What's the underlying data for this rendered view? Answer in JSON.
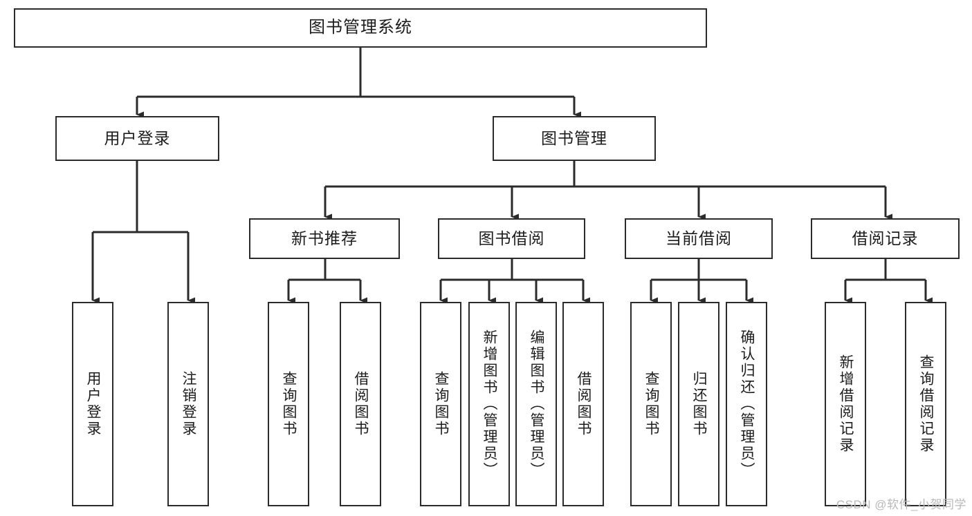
{
  "diagram": {
    "title": "图书管理系统",
    "type": "tree",
    "watermark": "CSDN @软件_小贺同学",
    "colors": {
      "node_border": "#2b2b2b",
      "node_fill": "#ffffff",
      "edge": "#2b2b2b",
      "text": "#1c1c1c",
      "watermark": "#b9b9b9"
    },
    "nodes": {
      "root": {
        "label": "图书管理系统"
      },
      "level1": [
        {
          "id": "user-login",
          "label": "用户登录"
        },
        {
          "id": "book-manage",
          "label": "图书管理"
        }
      ],
      "level2": [
        {
          "id": "new-book-recommend",
          "label": "新书推荐"
        },
        {
          "id": "book-borrow",
          "label": "图书借阅"
        },
        {
          "id": "current-borrow",
          "label": "当前借阅"
        },
        {
          "id": "borrow-record",
          "label": "借阅记录"
        }
      ],
      "leaves": {
        "user-login": [
          {
            "id": "leaf-user-login",
            "label": "用户登录"
          },
          {
            "id": "leaf-logout",
            "label": "注销登录"
          }
        ],
        "new-book-recommend": [
          {
            "id": "leaf-query-book-1",
            "label": "查询图书"
          },
          {
            "id": "leaf-borrow-book-1",
            "label": "借阅图书"
          }
        ],
        "book-borrow": [
          {
            "id": "leaf-query-book-2",
            "label": "查询图书"
          },
          {
            "id": "leaf-add-book",
            "label": "新增图书（管理员）"
          },
          {
            "id": "leaf-edit-book",
            "label": "编辑图书（管理员）"
          },
          {
            "id": "leaf-borrow-book-2",
            "label": "借阅图书"
          }
        ],
        "current-borrow": [
          {
            "id": "leaf-query-book-3",
            "label": "查询图书"
          },
          {
            "id": "leaf-return-book",
            "label": "归还图书"
          },
          {
            "id": "leaf-confirm-return",
            "label": "确认归还（管理员）"
          }
        ],
        "borrow-record": [
          {
            "id": "leaf-add-record",
            "label": "新增借阅记录"
          },
          {
            "id": "leaf-query-record",
            "label": "查询借阅记录"
          }
        ]
      }
    }
  }
}
